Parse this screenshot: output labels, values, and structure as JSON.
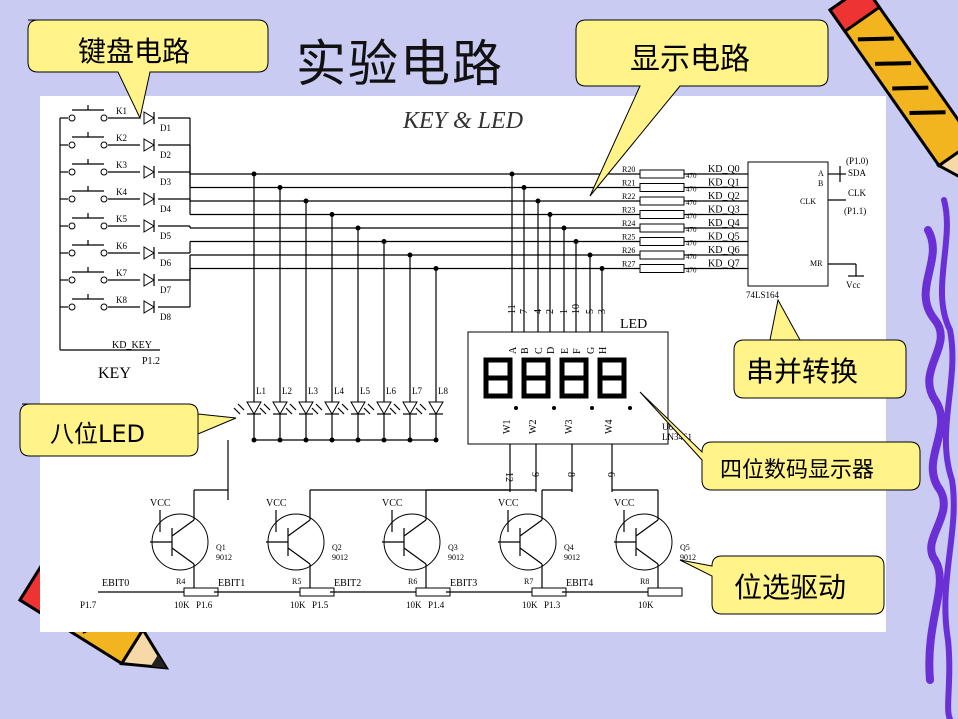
{
  "slide": {
    "title": "实验电路",
    "background_color": "#c9cbf2",
    "callout_color": "#fff38a"
  },
  "callouts": {
    "keyboard": "键盘电路",
    "display": "显示电路",
    "serial_parallel": "串并转换",
    "eight_led": "八位LED",
    "four_digit": "四位数码显示器",
    "bit_select": "位选驱动"
  },
  "schematic": {
    "header": "KEY & LED",
    "keys": [
      "K1",
      "K2",
      "K3",
      "K4",
      "K5",
      "K6",
      "K7",
      "K8"
    ],
    "diodes": [
      "D1",
      "D2",
      "D3",
      "D4",
      "D5",
      "D6",
      "D7",
      "D8"
    ],
    "kd_key": "KD_KEY",
    "p12": "P1.2",
    "key_label": "KEY",
    "resistors": [
      "R20",
      "R21",
      "R22",
      "R23",
      "R24",
      "R25",
      "R26",
      "R27"
    ],
    "resistor_value": "470",
    "kd_q": [
      "KD_Q0",
      "KD_Q1",
      "KD_Q2",
      "KD_Q3",
      "KD_Q4",
      "KD_Q5",
      "KD_Q6",
      "KD_Q7"
    ],
    "ic": {
      "pin_a": "A",
      "pin_b": "B",
      "clk": "CLK",
      "mr": "MR",
      "part": "74LS164",
      "sda": "SDA",
      "clk_ext": "CLK",
      "p10": "(P1.0)",
      "p11": "(P1.1)",
      "vcc": "Vcc"
    },
    "seg_pins": [
      "11",
      "7",
      "4",
      "2",
      "1",
      "10",
      "5",
      "3"
    ],
    "seg_letters": [
      "A",
      "B",
      "C",
      "D",
      "E",
      "F",
      "G",
      "H"
    ],
    "led_header": "LED",
    "digit_pins": [
      "W1",
      "W2",
      "W3",
      "W4"
    ],
    "digit_pin_numbers": [
      "12",
      "9",
      "8",
      "6"
    ],
    "display_part": [
      "U6",
      "LN3461"
    ],
    "leds": [
      "L1",
      "L2",
      "L3",
      "L4",
      "L5",
      "L6",
      "L7",
      "L8"
    ],
    "transistors": [
      {
        "name": "Q1",
        "part": "9012",
        "bit": "EBIT0",
        "r": "R4",
        "port": "P1.7"
      },
      {
        "name": "Q2",
        "part": "9012",
        "bit": "EBIT1",
        "r": "R5",
        "port": "P1.6"
      },
      {
        "name": "Q3",
        "part": "9012",
        "bit": "EBIT2",
        "r": "R6",
        "port": "P1.5"
      },
      {
        "name": "Q4",
        "part": "9012",
        "bit": "EBIT3",
        "r": "R7",
        "port": "P1.4"
      },
      {
        "name": "Q5",
        "part": "9012",
        "bit": "EBIT4",
        "r": "R8",
        "port": "P1.3"
      }
    ],
    "vcc": "VCC",
    "base_resistor_value": "10K"
  }
}
